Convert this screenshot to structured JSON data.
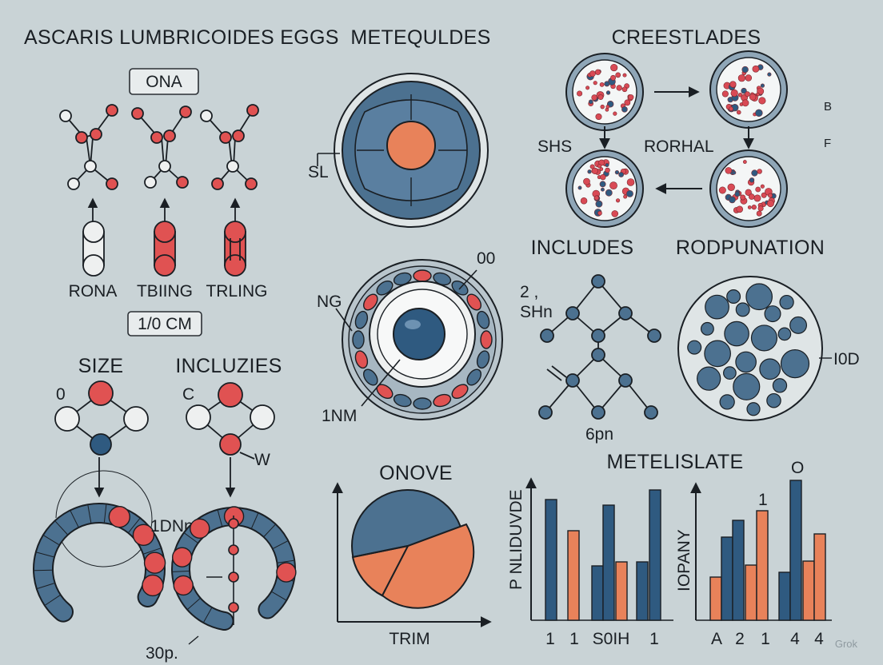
{
  "colors": {
    "background": "#c9d3d6",
    "blue": "#4c7190",
    "blue_dark": "#2f5a80",
    "red": "#e05252",
    "orange": "#e8825a",
    "light": "#eef0f0",
    "line": "#1a1f24"
  },
  "top_left": {
    "title": "ASCARIS LUMBRICOIDES EGGS",
    "tag": "ONA",
    "labels": [
      "RONA",
      "TBIING",
      "TRLING"
    ],
    "scale_tag": "1/0 CM"
  },
  "egg_top": {
    "title": "METEQULDES",
    "label": "SL"
  },
  "cycle": {
    "title": "CREESTLADES",
    "label_left": "SHS",
    "label_mid": "RORHAL",
    "side_b": "B",
    "side_f": "F"
  },
  "egg_mid": {
    "label_ng": "NG",
    "label_00": "00",
    "label_1nm": "1NM"
  },
  "includes": {
    "title": "INCLUDES",
    "label_2": "2 ,",
    "label_shn": "SHn",
    "label_6pn": "6pn"
  },
  "population": {
    "title": "RODPUNATION",
    "side_label": "I0D"
  },
  "size": {
    "title": "SIZE",
    "label": "0"
  },
  "incluzies": {
    "title": "INCLUZIES",
    "label_c": "C",
    "label_w": "W",
    "label_1dnn": "1DNn",
    "label_30p": "30p."
  },
  "pie_chart": {
    "title": "ONOVE",
    "xlabel": "TRIM"
  },
  "bar_chart": {
    "ylabel": "P NLIDUVDE",
    "ticks": [
      "1",
      "1",
      "S0IH",
      "1"
    ]
  },
  "bar_chart2": {
    "title": "METELISLATE",
    "ylabel": "IOPANY",
    "ticks": [
      "A",
      "2",
      "1",
      "4",
      "4"
    ],
    "annot_o": "O",
    "annot_1": "1"
  },
  "watermark": "Grok"
}
